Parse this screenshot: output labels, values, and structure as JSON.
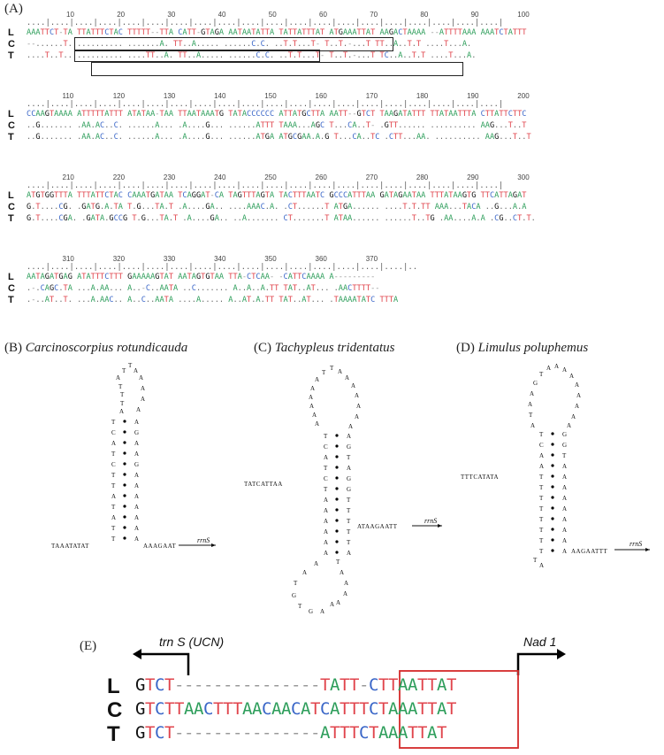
{
  "panel_a": {
    "label": "(A)",
    "blocks": [
      {
        "ruler_dots": "....|....|....|....|....|....|....|....|....|....|....|....|....|....|....|....|....|....|....|....|",
        "numbers": [
          "10",
          "20",
          "30",
          "40",
          "50",
          "60",
          "70",
          "80",
          "90",
          "100"
        ],
        "rows": [
          {
            "label": "L",
            "seq": "AAATTCT-TA TTATTTCTAC TTTTT--TTA CATT-GTAGA AATAATATTA TATTATTTAT ATGAAATTAT AAGACTAAAA --ATTTTAAA AAATCTATTT"
          },
          {
            "label": "C",
            "seq": "--......T. .......... .......A. TT..A..... ......C.C. ..T.T...T- T..T.-...T TT..A..T.T ....T...A."
          },
          {
            "label": "T",
            "seq": "....T..T.. .......... ....TT..A. TT..A..... ......C.C. ..T.T...T- T..T.-...T TC..A..T.T ....T...A."
          }
        ]
      },
      {
        "ruler_dots": "....|....|....|....|....|....|....|....|....|....|....|....|....|....|....|....|....|....|....|....|",
        "numbers": [
          "110",
          "120",
          "130",
          "140",
          "150",
          "160",
          "170",
          "180",
          "190",
          "200"
        ],
        "rows": [
          {
            "label": "L",
            "seq": "CCAAGTAAAA ATTTTTATTT ATATAA-TAA TTAATAAATG TATACCCCCC ATTATGCTTA AATT--GTCT TAAGATATTT TTATAATTTA CTTATTCTTC"
          },
          {
            "label": "C",
            "seq": "..G....... .AA.AC..C. ......A... .A....G... ......ATTT TAAA...AGC T...CA..T- .GTT...... .......... AAG...T..T"
          },
          {
            "label": "T",
            "seq": "..G....... .AA.AC..C. ......A... .A....G... ......ATGA ATGCGAA.A.G T...CA..TC .CTT...AA. .......... AAG...T..T"
          }
        ]
      },
      {
        "ruler_dots": "....|....|....|....|....|....|....|....|....|....|....|....|....|....|....|....|....|....|....|....|",
        "numbers": [
          "210",
          "220",
          "230",
          "240",
          "250",
          "260",
          "270",
          "280",
          "290",
          "300"
        ],
        "rows": [
          {
            "label": "L",
            "seq": "ATGTGGTTTA TTTATTCTAC CAAATGATAA TCAGGAT-CA TAGTTTAGTA TACTTTAATC GCCCATTTAA GATAGAATAA TTTATAAGTG TTCATTAGAT"
          },
          {
            "label": "C",
            "seq": "G.T....CG. .GATG.A.TA T.G...TA.T .A....GA.. ....AAAC.A. .CT......T ATGA...... ....T.T.TT AAA...TACA ..G...A.A"
          },
          {
            "label": "T",
            "seq": "G.T....CGA. .GATA.GCCG T.G...TA.T .A....GA.. ..A....... CT.......T ATAA...... ......T..TG .AA....A.A .CG..CT.T."
          }
        ]
      },
      {
        "ruler_dots": "....|....|....|....|....|....|....|....|....|....|....|....|....|....|....|....|..",
        "numbers": [
          "310",
          "320",
          "330",
          "340",
          "350",
          "360",
          "370"
        ],
        "rows": [
          {
            "label": "L",
            "seq": "AATAGATGAG ATATTTCTTT GAAAAAGTAT AATAGTGTAA TTA-CTCAA- -CATTCAAAA A---------"
          },
          {
            "label": "C",
            "seq": ".-.CAGC.TA ...A.AA... A..-C..AATA ..C....... A..A..A.TT TAT..AT... .AACTTTT--"
          },
          {
            "label": "T",
            "seq": ".-..AT..T. ...A.AAC.. A..C..AATA ....A..... A..AT.A.TT TAT..AT... .TAAAATATC TTTA"
          }
        ]
      }
    ]
  },
  "panel_b": {
    "label": "(B)",
    "species": "Carcinoscorpius rotundicauda",
    "left_tail": "TAAATATAT",
    "right_tail": "AAAGAAT",
    "gene": "rrnS"
  },
  "panel_c": {
    "label": "(C)",
    "species": "Tachypleus tridentatus",
    "left_tail": "TATCATTAA",
    "right_tail": "ATAAGAATT",
    "gene": "rrnS"
  },
  "panel_d": {
    "label": "(D)",
    "species": "Limulus poluphemus",
    "left_tail": "TTTCATATA",
    "right_tail": "AAGAATTT",
    "gene": "rrnS"
  },
  "panel_e": {
    "label": "(E)",
    "gene_left": "trn S (UCN)",
    "gene_right": "Nad 1",
    "rows": [
      {
        "label": "L",
        "seq": "GTCT---------------TATT-CTTAATTAT"
      },
      {
        "label": "C",
        "seq": "GTCTTAACTTTAACAACATCATTTCTAAATTAT"
      },
      {
        "label": "T",
        "seq": "GTCT---------------ATTTCTAAATTAT"
      }
    ]
  },
  "colors": {
    "A": "#2e9e5b",
    "T": "#e0444c",
    "C": "#3b67c8",
    "G": "#111111",
    "box_red": "#d42a2a"
  }
}
